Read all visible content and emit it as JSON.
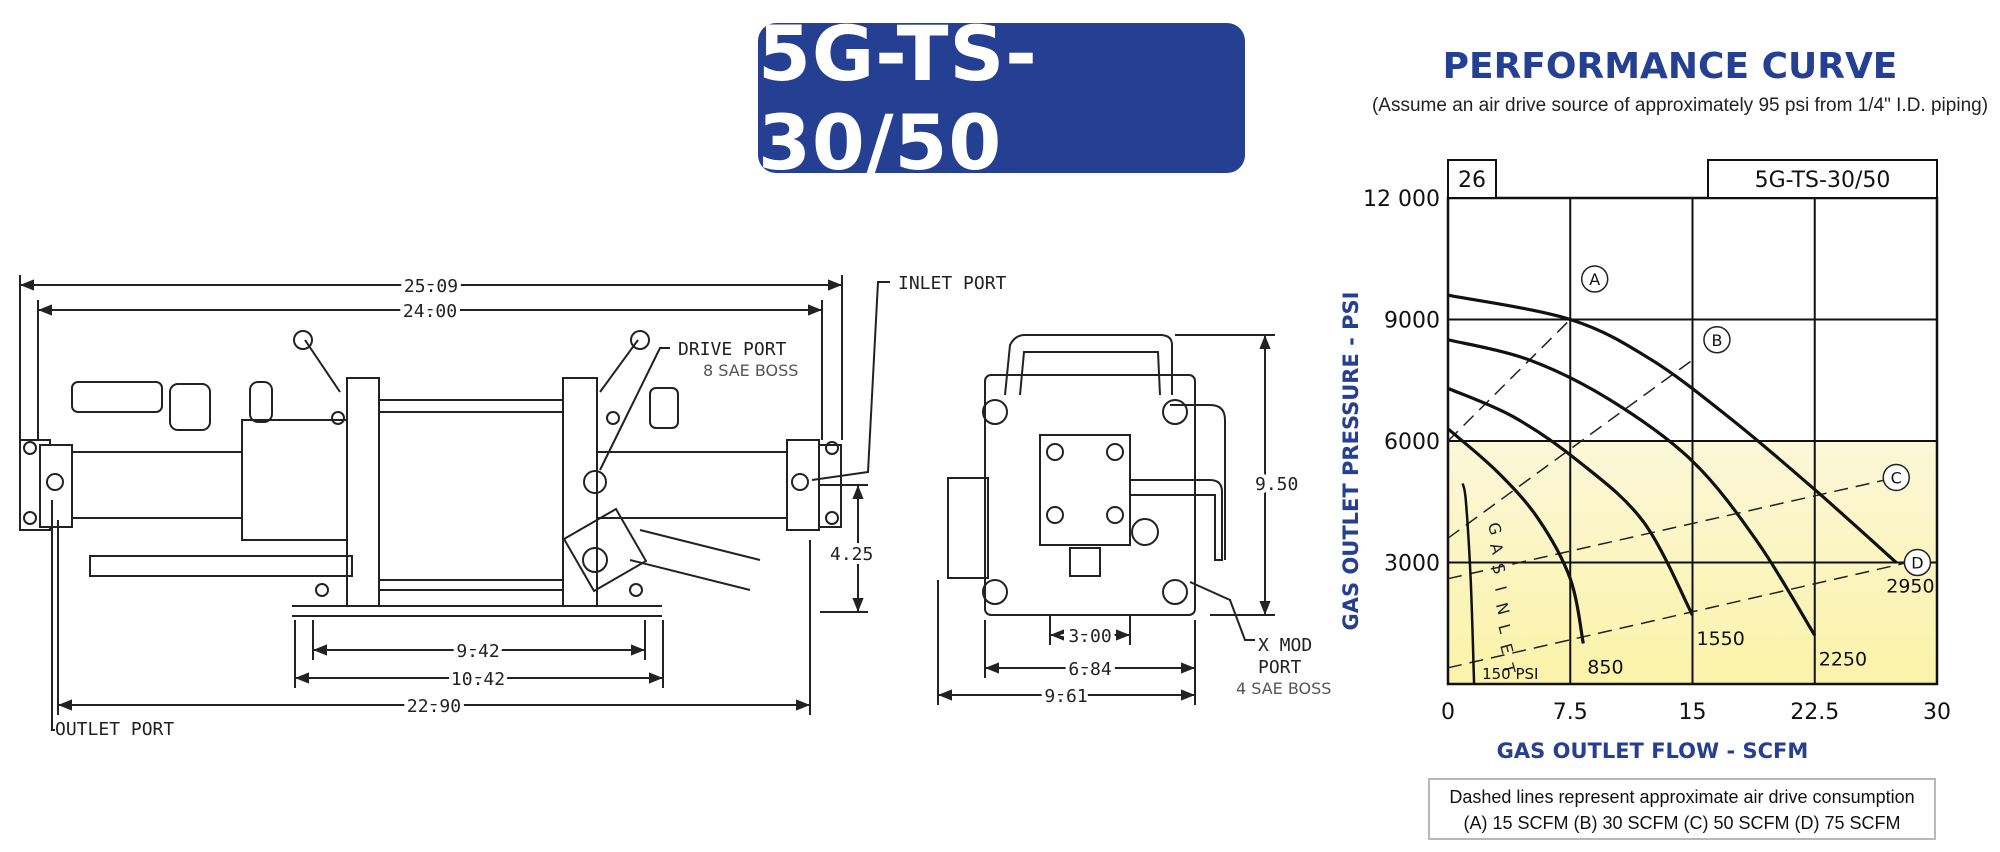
{
  "header": {
    "model": "5G-TS-30/50",
    "performance_title": "PERFORMANCE CURVE",
    "performance_subtitle": "(Assume an air drive source of approximately 95 psi from 1/4\" I.D. piping)"
  },
  "drawing": {
    "dims": {
      "overall_length": "25.09",
      "length_24": "24.00",
      "height_425": "4.25",
      "d_942": "9.42",
      "d_1042": "10.42",
      "d_2290": "22.90",
      "d_300": "3.00",
      "d_684": "6.84",
      "d_961": "9.61",
      "d_950": "9.50"
    },
    "labels": {
      "inlet_port": "INLET PORT",
      "drive_port": "DRIVE PORT",
      "drive_port_sub": "8 SAE BOSS",
      "outlet_port": "OUTLET PORT",
      "x_mod_1": "X MOD",
      "x_mod_2": "PORT",
      "x_mod_sub": "4 SAE BOSS"
    }
  },
  "chart_data": {
    "type": "line",
    "title": "PERFORMANCE CURVE",
    "xlabel": "GAS OUTLET FLOW - SCFM",
    "ylabel": "GAS OUTLET PRESSURE - PSI",
    "xlim": [
      0,
      30
    ],
    "ylim": [
      0,
      12000
    ],
    "x_ticks": [
      "0",
      "7.5",
      "15",
      "22.5",
      "30"
    ],
    "y_ticks": [
      "3000",
      "6000",
      "9000",
      "12 000"
    ],
    "y_tick_values": [
      3000,
      6000,
      9000,
      12000
    ],
    "grid": true,
    "corner_labels": {
      "left": "26",
      "right": "5G-TS-30/50"
    },
    "shaded_region": {
      "from_psi": 0,
      "to_psi": 6000
    },
    "gas_inlet_label": "GAS INLET",
    "gas_inlet_curve": [
      [
        1.6,
        0
      ],
      [
        1.4,
        2500
      ],
      [
        1.1,
        4500
      ],
      [
        0.9,
        4950
      ]
    ],
    "inlet_pressure_label": "150 PSI",
    "series": [
      {
        "name": "150 PSI",
        "points": [
          [
            0.1,
            4950
          ],
          [
            0.7,
            4900
          ],
          [
            1.2,
            4500
          ],
          [
            1.5,
            3000
          ],
          [
            1.7,
            1000
          ],
          [
            1.8,
            200
          ]
        ]
      },
      {
        "name": "850",
        "points": [
          [
            0,
            6300
          ],
          [
            3,
            5250
          ],
          [
            5.5,
            4100
          ],
          [
            7.5,
            2600
          ],
          [
            8.3,
            1000
          ]
        ],
        "end_label": "850"
      },
      {
        "name": "1550",
        "points": [
          [
            0,
            7300
          ],
          [
            4,
            6600
          ],
          [
            8,
            5500
          ],
          [
            12,
            4000
          ],
          [
            15,
            1700
          ]
        ],
        "end_label": "1550"
      },
      {
        "name": "2250",
        "points": [
          [
            0,
            8500
          ],
          [
            5,
            8000
          ],
          [
            10,
            7000
          ],
          [
            15,
            5500
          ],
          [
            19,
            3500
          ],
          [
            22.5,
            1200
          ]
        ],
        "end_label": "2250"
      },
      {
        "name": "2950",
        "points": [
          [
            0,
            9600
          ],
          [
            7.5,
            9000
          ],
          [
            12.5,
            8000
          ],
          [
            17.5,
            6500
          ],
          [
            22.5,
            4800
          ],
          [
            27.5,
            3000
          ]
        ],
        "end_label": "2950"
      }
    ],
    "air_consumption_lines": [
      {
        "name": "A",
        "points": [
          [
            0,
            6000
          ],
          [
            7.5,
            9000
          ]
        ],
        "marker_at": [
          9,
          10000
        ]
      },
      {
        "name": "B",
        "points": [
          [
            0,
            3600
          ],
          [
            15,
            8000
          ]
        ],
        "marker_at": [
          16.5,
          8500
        ]
      },
      {
        "name": "C",
        "points": [
          [
            0,
            2600
          ],
          [
            27.5,
            5100
          ]
        ],
        "marker_at": [
          27.5,
          5100
        ]
      },
      {
        "name": "D",
        "points": [
          [
            0,
            400
          ],
          [
            28.2,
            3000
          ]
        ],
        "marker_at": [
          28.8,
          3000
        ]
      }
    ],
    "notes": {
      "line1": "Dashed lines represent approximate air drive consumption",
      "line2": "(A) 15 SCFM   (B) 30 SCFM   (C) 50 SCFM   (D) 75 SCFM"
    }
  }
}
